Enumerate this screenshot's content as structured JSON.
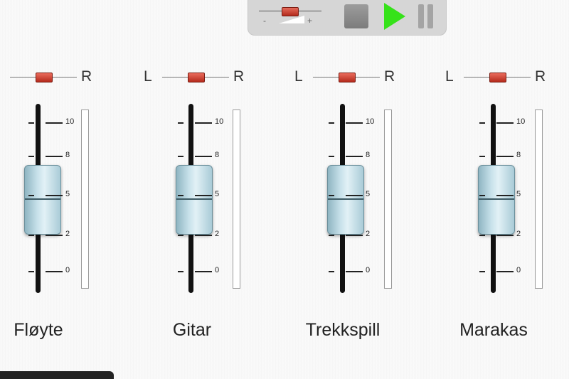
{
  "transport": {
    "volume_minus": "-",
    "volume_plus": "+",
    "play_color": "#36e21a"
  },
  "pan_labels": {
    "left": "L",
    "right": "R"
  },
  "scale": [
    "10",
    "8",
    "5",
    "2",
    "0"
  ],
  "channels": [
    {
      "name": "Fløyte",
      "fader_level": 5
    },
    {
      "name": "Gitar",
      "fader_level": 5
    },
    {
      "name": "Trekkspill",
      "fader_level": 5
    },
    {
      "name": "Marakas",
      "fader_level": 5
    }
  ]
}
